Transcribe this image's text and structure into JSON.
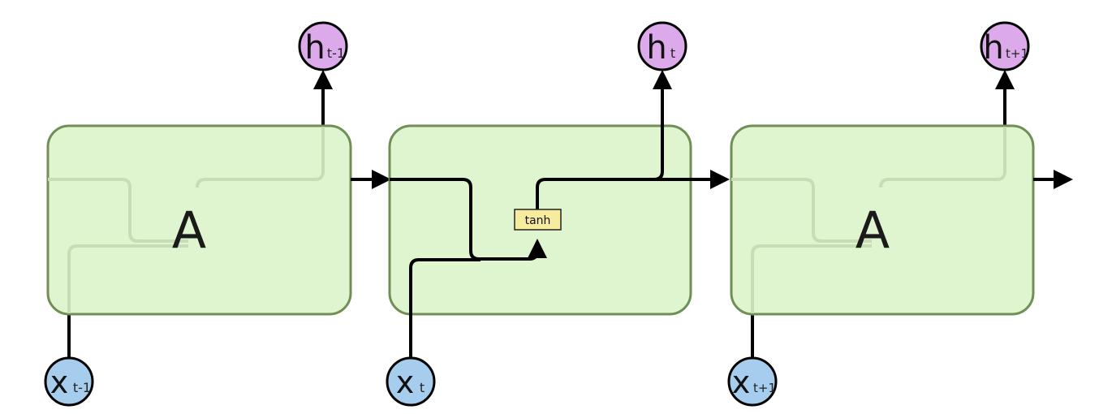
{
  "cells": [
    {
      "label": "A",
      "input": {
        "main": "x",
        "sub": "t-1"
      },
      "output": {
        "main": "h",
        "sub": "t-1"
      }
    },
    {
      "label": "",
      "activation": "tanh",
      "input": {
        "main": "x",
        "sub": "t"
      },
      "output": {
        "main": "h",
        "sub": "t"
      }
    },
    {
      "label": "A",
      "input": {
        "main": "x",
        "sub": "t+1"
      },
      "output": {
        "main": "h",
        "sub": "t+1"
      }
    }
  ],
  "colors": {
    "cell_fill": "#dff5d0",
    "cell_stroke": "#6f8f56",
    "input_node": "#a7cdee",
    "output_node": "#dcaaea",
    "activation_fill": "#f7eb9e"
  }
}
